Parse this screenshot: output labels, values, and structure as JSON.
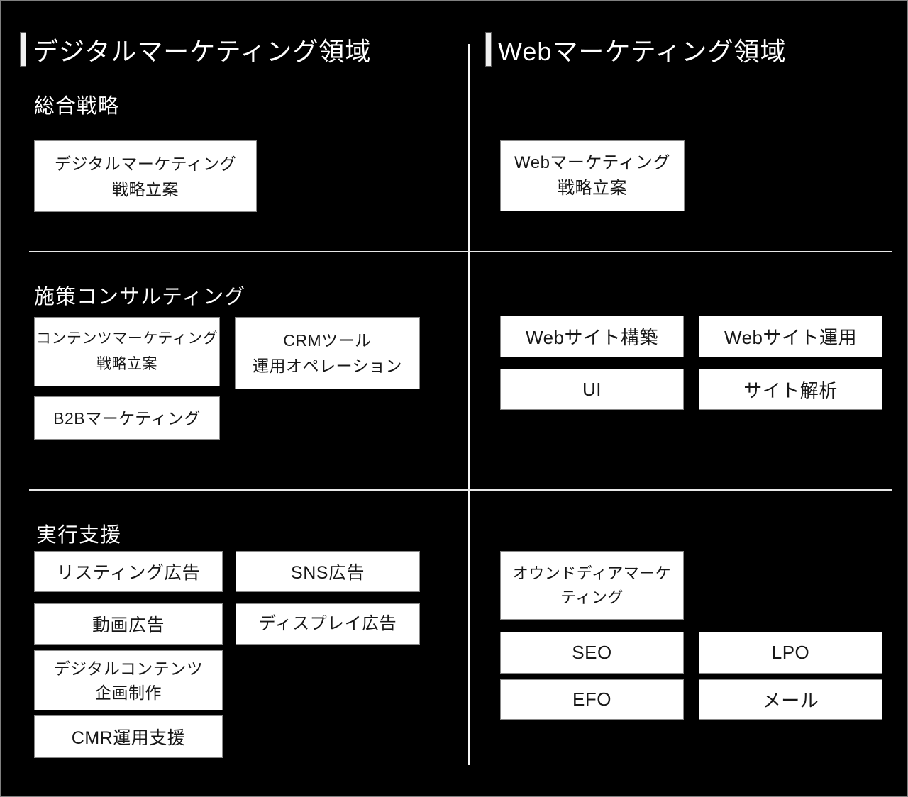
{
  "colors": {
    "background": "#000000",
    "frame_border": "#7f7f7f",
    "accent_bar": "#f0f0f0",
    "divider": "#e8e8e8",
    "divider_vertical": "#f5f5f5",
    "box_bg": "#ffffff",
    "box_border": "#8a8a8a",
    "box_text": "#171717",
    "title_text": "#ffffff",
    "heading_text": "#ffffff"
  },
  "left_column": {
    "title": "デジタルマーケティング領域",
    "section1": {
      "heading": "総合戦略",
      "box1": "デジタルマーケティング\n戦略立案"
    },
    "section2": {
      "heading": "施策コンサルティング",
      "box1": "コンテンツマーケティング\n戦略立案",
      "box2": "CRMツール\n運用オペレーション",
      "box3": "B2Bマーケティング"
    },
    "section3": {
      "heading": "実行支援",
      "box1": "リスティング広告",
      "box2": "SNS広告",
      "box3": "動画広告",
      "box4": "ディスプレイ広告",
      "box5": "デジタルコンテンツ\n企画制作",
      "box6": "CMR運用支援"
    }
  },
  "right_column": {
    "title": "Webマーケティング領域",
    "section1": {
      "box1": "Webマーケティング\n戦略立案"
    },
    "section2": {
      "box1": "Webサイト構築",
      "box2": "Webサイト運用",
      "box3": "UI",
      "box4": "サイト解析"
    },
    "section3": {
      "box1": "オウンドディアマーケ\nティング",
      "box2": "SEO",
      "box3": "LPO",
      "box4": "EFO",
      "box5": "メール"
    }
  }
}
